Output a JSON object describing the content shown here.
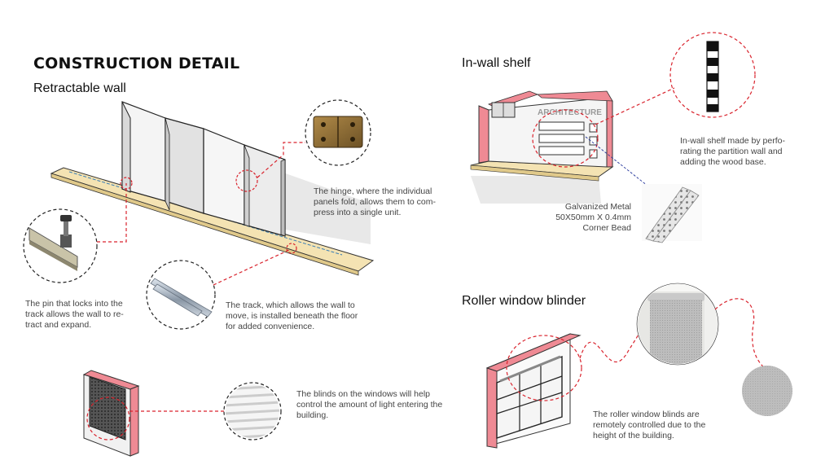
{
  "headings": {
    "title": "CONSTRUCTION DETAIL",
    "retractable_wall": "Retractable wall",
    "in_wall_shelf": "In-wall shelf",
    "roller_window_blinder": "Roller window blinder"
  },
  "captions": {
    "hinge": "The hinge, where the individual panels fold, allows them to com-press into a single unit.",
    "pin": "The pin that locks into the track allows the wall to re-tract and expand.",
    "track": "The track, which allows the wall to move, is installed beneath the floor for added convenience.",
    "blinds": "The blinds on the windows will help control the amount of light entering the building.",
    "shelf": "In-wall shelf made by perfo-rating the partition wall and adding the wood base.",
    "bead": "Galvanized Metal 50X50mm X 0.4mm Corner Bead",
    "roller": "The roller window blinds are remotely controlled due to the height of the building."
  },
  "model_text": {
    "architecture": "ARCHITECTURE"
  },
  "colors": {
    "accent_red": "#d9232d",
    "wall_pink": "#ef8a94",
    "wood": "#f4e3b3"
  }
}
